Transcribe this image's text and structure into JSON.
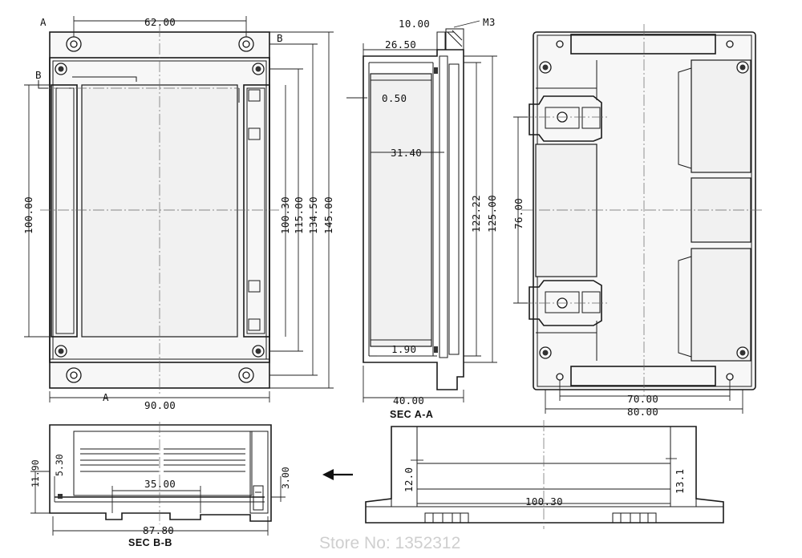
{
  "front_view": {
    "section_mark_a": "A",
    "section_mark_b": "B",
    "dim_width_top": "62.00",
    "dim_width_bottom": "90.00",
    "dim_height_left": "100.00",
    "dim_height_1": "100.30",
    "dim_height_2": "115.00",
    "dim_height_3": "134.50",
    "dim_height_4": "145.00"
  },
  "section_a_a": {
    "dim_top_1": "10.00",
    "thread_label": "M3",
    "dim_top_2": "26.50",
    "dim_wall": "0.50",
    "dim_depth": "31.40",
    "dim_height_1": "122.22",
    "dim_height_2": "125.00",
    "dim_bottom_gap": "1.90",
    "dim_total_depth": "40.00",
    "title": "SEC A-A"
  },
  "back_view": {
    "dim_rail_spacing": "76.00",
    "dim_hole_spacing": "70.00",
    "dim_width": "80.00"
  },
  "section_b_b": {
    "dim_height_total": "11.90",
    "dim_height_inner": "5.30",
    "dim_slot": "35.00",
    "dim_lip": "3.00",
    "dim_length": "87.80",
    "title": "SEC B-B"
  },
  "side_view": {
    "dim_left_height": "12.0",
    "dim_right_height": "13.1",
    "dim_length": "100.30"
  },
  "watermark": "Store No: 1352312"
}
